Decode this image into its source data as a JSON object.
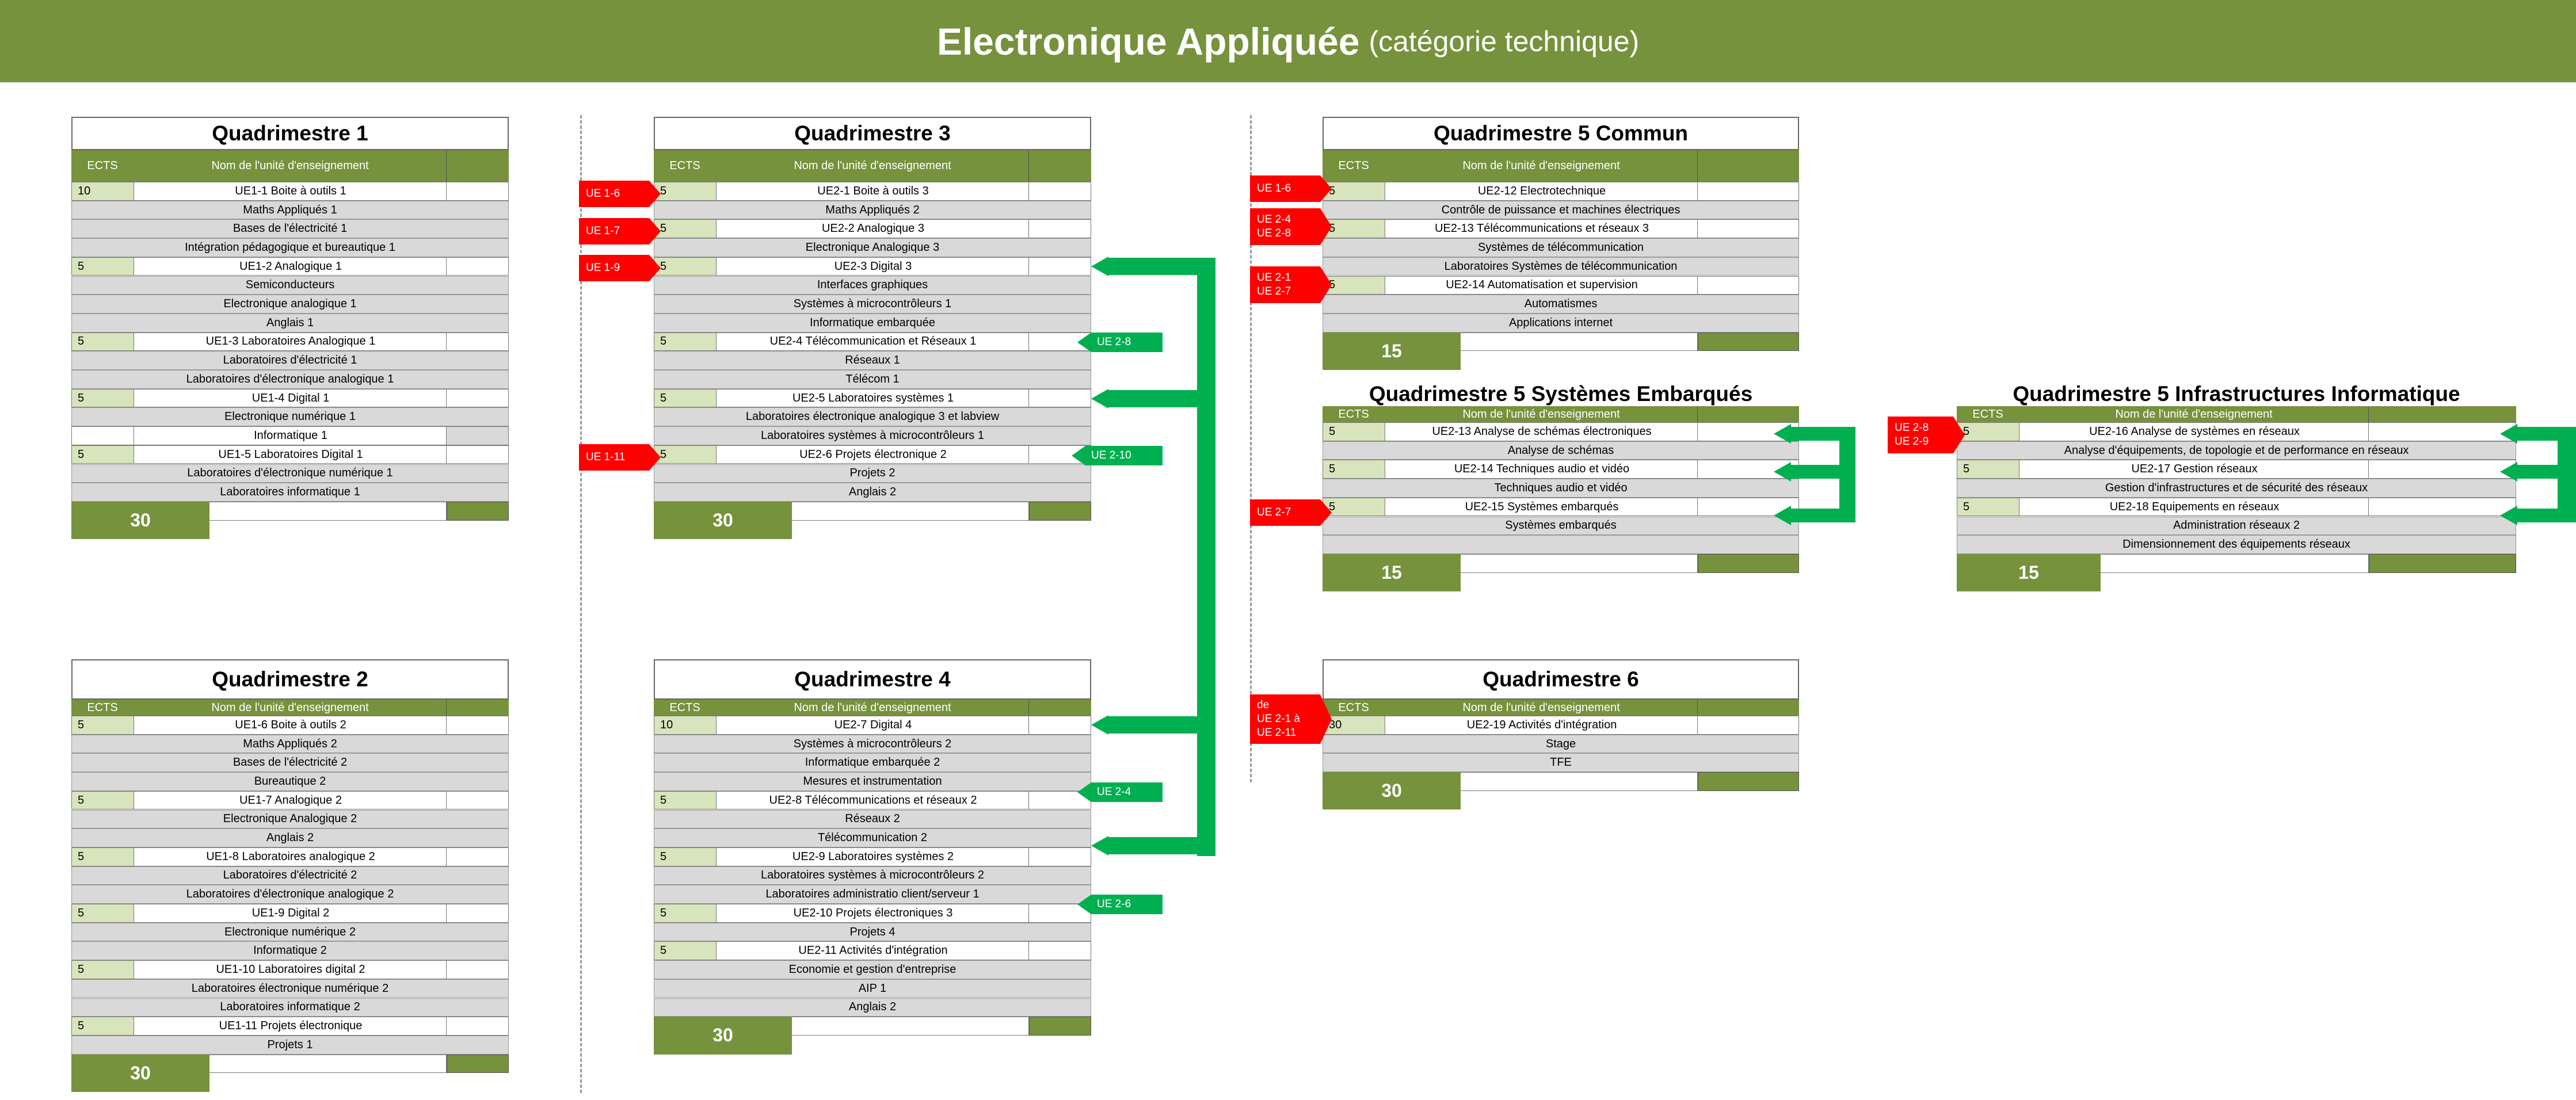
{
  "header": {
    "title_main": "Electronique Appliquée",
    "title_sub": "(catégorie technique)"
  },
  "colors": {
    "accent": "#76923c",
    "arrow_red": "#ff0000",
    "arrow_green": "#00b050",
    "ects_cell": "#d8e4bc",
    "sub_row": "#d9d9d9"
  },
  "quadrimestres": [
    {
      "title": "Quadrimestre 1",
      "header": {
        "ects": "ECTS",
        "name": "Nom de l'unité d'enseignement"
      },
      "total": "30",
      "rows": [
        {
          "type": "ue",
          "ects": "10",
          "name": "UE1-1 Boite à outils 1"
        },
        {
          "type": "sub",
          "name": "Maths Appliqués 1"
        },
        {
          "type": "sub",
          "name": "Bases de l'électricité 1"
        },
        {
          "type": "sub",
          "name": "Intégration pédagogique et bureautique 1"
        },
        {
          "type": "ue",
          "ects": "5",
          "name": "UE1-2 Analogique 1"
        },
        {
          "type": "sub",
          "name": "Semiconducteurs"
        },
        {
          "type": "sub",
          "name": "Electronique analogique 1"
        },
        {
          "type": "sub",
          "name": "Anglais 1"
        },
        {
          "type": "ue",
          "ects": "5",
          "name": "UE1-3 Laboratoires Analogique 1"
        },
        {
          "type": "sub",
          "name": "Laboratoires d'électricité 1"
        },
        {
          "type": "sub",
          "name": "Laboratoires d'électronique analogique 1"
        },
        {
          "type": "ue",
          "ects": "5",
          "name": "UE1-4 Digital 1"
        },
        {
          "type": "sub",
          "name": "Electronique numérique 1"
        },
        {
          "type": "ue",
          "ects": "",
          "name": "Informatique 1"
        },
        {
          "type": "ue",
          "ects": "5",
          "name": "UE1-5 Laboratoires Digital 1"
        },
        {
          "type": "sub",
          "name": "Laboratoires d'électronique numérique 1"
        },
        {
          "type": "sub",
          "name": "Laboratoires informatique 1"
        }
      ]
    },
    {
      "title": "Quadrimestre 2",
      "header": {
        "ects": "ECTS",
        "name": "Nom de l'unité d'enseignement"
      },
      "total": "30",
      "rows": [
        {
          "type": "ue",
          "ects": "5",
          "name": "UE1-6 Boite à outils 2"
        },
        {
          "type": "sub",
          "name": "Maths Appliqués 2"
        },
        {
          "type": "sub",
          "name": "Bases de l'électricité 2"
        },
        {
          "type": "sub",
          "name": "Bureautique 2"
        },
        {
          "type": "ue",
          "ects": "5",
          "name": "UE1-7 Analogique 2"
        },
        {
          "type": "sub",
          "name": "Electronique Analogique 2"
        },
        {
          "type": "sub",
          "name": "Anglais 2"
        },
        {
          "type": "ue",
          "ects": "5",
          "name": "UE1-8 Laboratoires analogique 2"
        },
        {
          "type": "sub",
          "name": "Laboratoires d'électricité 2"
        },
        {
          "type": "sub",
          "name": "Laboratoires d'électronique analogique 2"
        },
        {
          "type": "ue",
          "ects": "5",
          "name": "UE1-9 Digital 2"
        },
        {
          "type": "sub",
          "name": "Electronique numérique 2"
        },
        {
          "type": "sub",
          "name": "Informatique 2"
        },
        {
          "type": "ue",
          "ects": "5",
          "name": "UE1-10 Laboratoires digital 2"
        },
        {
          "type": "sub",
          "name": "Laboratoires électronique numérique 2"
        },
        {
          "type": "sub",
          "name": "Laboratoires informatique 2"
        },
        {
          "type": "ue",
          "ects": "5",
          "name": "UE1-11 Projets électronique"
        },
        {
          "type": "sub",
          "name": "Projets 1"
        }
      ]
    },
    {
      "title": "Quadrimestre 3",
      "header": {
        "ects": "ECTS",
        "name": "Nom de l'unité d'enseignement"
      },
      "total": "30",
      "rows": [
        {
          "type": "ue",
          "ects": "5",
          "name": "UE2-1 Boite à outils 3"
        },
        {
          "type": "sub",
          "name": "Maths Appliqués 2"
        },
        {
          "type": "ue",
          "ects": "5",
          "name": "UE2-2 Analogique 3"
        },
        {
          "type": "sub",
          "name": "Electronique Analogique 3"
        },
        {
          "type": "ue",
          "ects": "5",
          "name": "UE2-3 Digital 3"
        },
        {
          "type": "sub",
          "name": "Interfaces graphiques"
        },
        {
          "type": "sub",
          "name": "Systèmes à microcontrôleurs 1"
        },
        {
          "type": "sub",
          "name": "Informatique embarquée"
        },
        {
          "type": "ue",
          "ects": "5",
          "name": "UE2-4 Télécommunication et Réseaux 1"
        },
        {
          "type": "sub",
          "name": "Réseaux 1"
        },
        {
          "type": "sub",
          "name": "Télécom 1"
        },
        {
          "type": "ue",
          "ects": "5",
          "name": "UE2-5 Laboratoires systèmes 1"
        },
        {
          "type": "sub",
          "name": "Laboratoires électronique analogique 3 et labview"
        },
        {
          "type": "sub",
          "name": "Laboratoires systèmes à microcontrôleurs 1"
        },
        {
          "type": "ue",
          "ects": "5",
          "name": "UE2-6 Projets électronique 2"
        },
        {
          "type": "sub",
          "name": "Projets 2"
        },
        {
          "type": "sub",
          "name": "Anglais 2"
        }
      ]
    },
    {
      "title": "Quadrimestre 4",
      "header": {
        "ects": "ECTS",
        "name": "Nom de l'unité d'enseignement"
      },
      "total": "30",
      "rows": [
        {
          "type": "ue",
          "ects": "10",
          "name": "UE2-7 Digital 4"
        },
        {
          "type": "sub",
          "name": "Systèmes à microcontrôleurs 2"
        },
        {
          "type": "sub",
          "name": "Informatique embarquée 2"
        },
        {
          "type": "sub",
          "name": "Mesures et instrumentation"
        },
        {
          "type": "ue",
          "ects": "5",
          "name": "UE2-8 Télécommunications et réseaux 2"
        },
        {
          "type": "sub",
          "name": "Réseaux 2"
        },
        {
          "type": "sub",
          "name": "Télécommunication 2"
        },
        {
          "type": "ue",
          "ects": "5",
          "name": "UE2-9 Laboratoires systèmes 2"
        },
        {
          "type": "sub",
          "name": "Laboratoires systèmes à microcontrôleurs 2"
        },
        {
          "type": "sub",
          "name": "Laboratoires administratio client/serveur 1"
        },
        {
          "type": "ue",
          "ects": "5",
          "name": "UE2-10 Projets électroniques 3"
        },
        {
          "type": "sub",
          "name": "Projets 4"
        },
        {
          "type": "ue",
          "ects": "5",
          "name": "UE2-11 Activités d'intégration"
        },
        {
          "type": "sub",
          "name": "Economie et gestion d'entreprise"
        },
        {
          "type": "sub",
          "name": "AIP 1"
        },
        {
          "type": "sub",
          "name": "Anglais 2"
        }
      ]
    },
    {
      "title": "Quadrimestre 5 Commun",
      "header": {
        "ects": "ECTS",
        "name": "Nom de l'unité d'enseignement"
      },
      "total": "15",
      "rows": [
        {
          "type": "ue",
          "ects": "5",
          "name": "UE2-12 Electrotechnique"
        },
        {
          "type": "sub",
          "name": "Contrôle de puissance et machines électriques"
        },
        {
          "type": "ue",
          "ects": "5",
          "name": "UE2-13 Télécommunications et réseaux 3"
        },
        {
          "type": "sub",
          "name": "Systèmes de télécommunication"
        },
        {
          "type": "sub",
          "name": "Laboratoires Systèmes de télécommunication"
        },
        {
          "type": "ue",
          "ects": "5",
          "name": "UE2-14 Automatisation et supervision"
        },
        {
          "type": "sub",
          "name": "Automatismes"
        },
        {
          "type": "sub",
          "name": "Applications internet"
        }
      ]
    },
    {
      "title": "Quadrimestre 5 Systèmes Embarqués",
      "header": {
        "ects": "ECTS",
        "name": "Nom de l'unité d'enseignement"
      },
      "total": "15",
      "rows": [
        {
          "type": "ue",
          "ects": "5",
          "name": "UE2-13 Analyse de schémas électroniques"
        },
        {
          "type": "sub",
          "name": "Analyse de schémas"
        },
        {
          "type": "ue",
          "ects": "5",
          "name": "UE2-14 Techniques audio et vidéo"
        },
        {
          "type": "sub",
          "name": "Techniques audio et vidéo"
        },
        {
          "type": "ue",
          "ects": "5",
          "name": "UE2-15 Systèmes embarqués"
        },
        {
          "type": "sub",
          "name": "Systèmes embarqués"
        },
        {
          "type": "sub",
          "name": ""
        }
      ]
    },
    {
      "title": "Quadrimestre 5 Infrastructures Informatique",
      "header": {
        "ects": "ECTS",
        "name": "Nom de l'unité d'enseignement"
      },
      "total": "15",
      "rows": [
        {
          "type": "ue",
          "ects": "5",
          "name": "UE2-16 Analyse de systèmes en réseaux"
        },
        {
          "type": "sub",
          "name": "Analyse d'équipements, de topologie et de performance en réseaux"
        },
        {
          "type": "ue",
          "ects": "5",
          "name": "UE2-17 Gestion réseaux"
        },
        {
          "type": "sub",
          "name": "Gestion d'infrastructures et de sécurité des réseaux"
        },
        {
          "type": "ue",
          "ects": "5",
          "name": "UE2-18 Equipements en réseaux"
        },
        {
          "type": "sub",
          "name": "Administration réseaux 2"
        },
        {
          "type": "sub",
          "name": "Dimensionnement des équipements réseaux"
        }
      ]
    },
    {
      "title": "Quadrimestre 6",
      "header": {
        "ects": "ECTS",
        "name": "Nom de l'unité d'enseignement"
      },
      "total": "30",
      "rows": [
        {
          "type": "ue",
          "ects": "30",
          "name": "UE2-19 Activités d'intégration"
        },
        {
          "type": "sub",
          "name": "Stage"
        },
        {
          "type": "sub",
          "name": "TFE"
        }
      ]
    }
  ],
  "prereq_tags": [
    {
      "lines": [
        "UE 1-6"
      ]
    },
    {
      "lines": [
        "UE 1-7"
      ]
    },
    {
      "lines": [
        "UE 1-9"
      ]
    },
    {
      "lines": [
        "UE 1-11"
      ]
    },
    {
      "lines": [
        "UE 1-6"
      ]
    },
    {
      "lines": [
        "UE 2-4",
        "UE 2-8"
      ]
    },
    {
      "lines": [
        "UE 2-1",
        "UE 2-7"
      ]
    },
    {
      "lines": [
        "UE 2-7"
      ]
    },
    {
      "lines": [
        "UE 2-8",
        "UE 2-9"
      ]
    },
    {
      "lines": [
        "de",
        "UE 2-1 à",
        "UE 2-11"
      ]
    }
  ],
  "coreq_tags": [
    {
      "label": "UE 2-8"
    },
    {
      "label": "UE 2-10"
    },
    {
      "label": "UE 2-4"
    },
    {
      "label": "UE 2-6"
    }
  ]
}
